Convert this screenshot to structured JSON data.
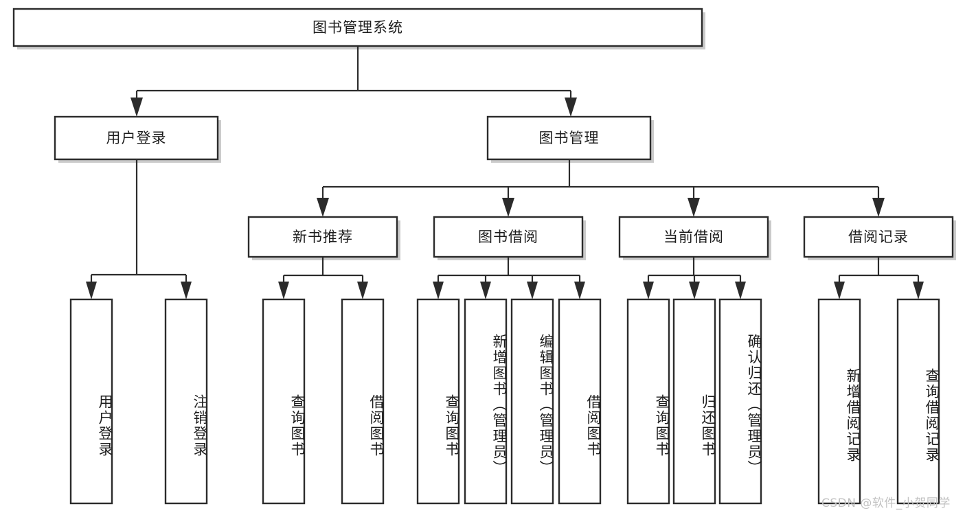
{
  "diagram": {
    "type": "tree",
    "title": "图书管理系统",
    "watermark": "CSDN @软件_小贺同学",
    "colors": {
      "background": "#ffffff",
      "stroke": "#2b2b2b",
      "text": "#1d1d1d",
      "shadow": "#b9b9b9",
      "watermark": "#c2c2c2"
    },
    "levels": {
      "root": {
        "label": "图书管理系统"
      },
      "level2": [
        {
          "label": "用户登录"
        },
        {
          "label": "图书管理"
        }
      ],
      "level3": [
        {
          "label": "新书推荐"
        },
        {
          "label": "图书借阅"
        },
        {
          "label": "当前借阅"
        },
        {
          "label": "借阅记录"
        }
      ],
      "leaves_user_login": [
        {
          "label": "用户登录"
        },
        {
          "label": "注销登录"
        }
      ],
      "leaves_new_book": [
        {
          "label": "查询图书"
        },
        {
          "label": "借阅图书"
        }
      ],
      "leaves_borrow": [
        {
          "label": "查询图书"
        },
        {
          "label": "新增图书（管理员）"
        },
        {
          "label": "编辑图书（管理员）"
        },
        {
          "label": "借阅图书"
        }
      ],
      "leaves_current": [
        {
          "label": "查询图书"
        },
        {
          "label": "归还图书"
        },
        {
          "label": "确认归还（管理员）"
        }
      ],
      "leaves_records": [
        {
          "label": "新增借阅记录"
        },
        {
          "label": "查询借阅记录"
        }
      ]
    }
  }
}
